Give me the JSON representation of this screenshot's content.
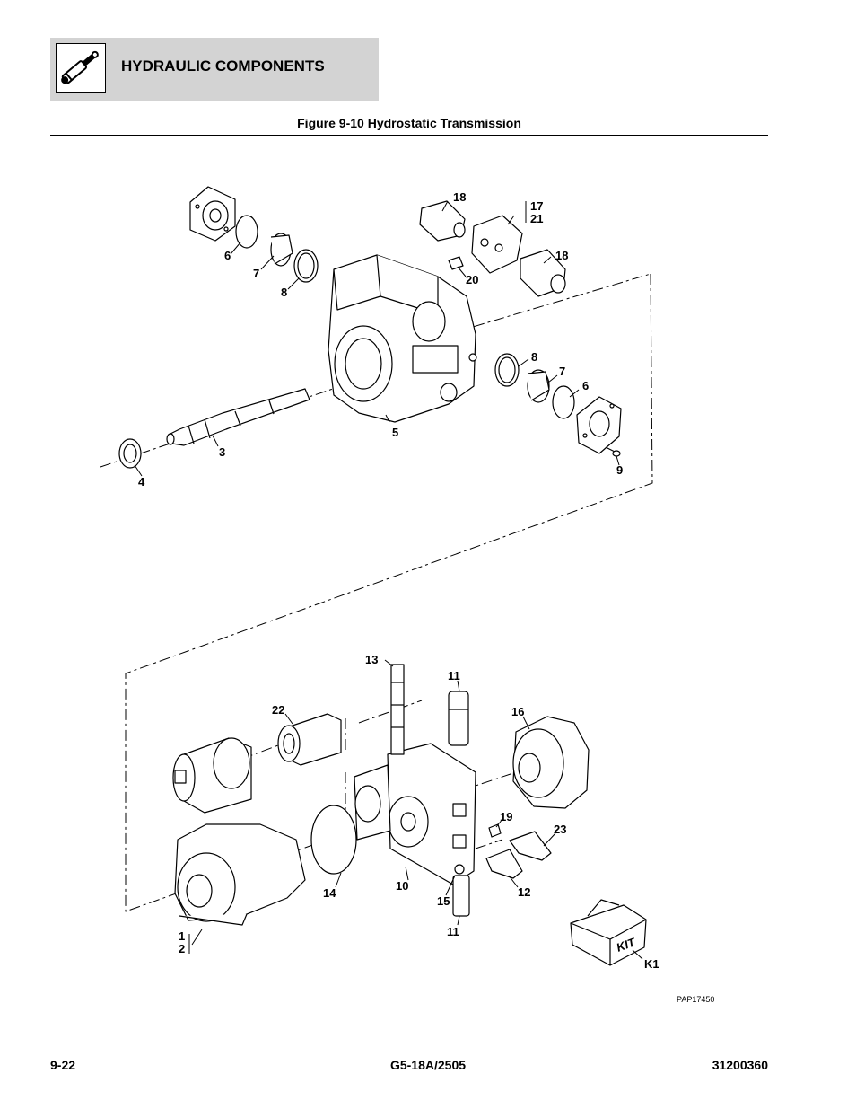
{
  "header": {
    "section_title": "HYDRAULIC COMPONENTS",
    "icon": "hydraulic-cylinder-icon"
  },
  "figure": {
    "title": "Figure 9-10 Hydrostatic Transmission",
    "reference_code": "PAP17450",
    "kit_label": "KIT",
    "callouts": {
      "c1": "1",
      "c2": "2",
      "c3": "3",
      "c4": "4",
      "c5": "5",
      "c6a": "6",
      "c6b": "6",
      "c7a": "7",
      "c7b": "7",
      "c8a": "8",
      "c8b": "8",
      "c9": "9",
      "c10": "10",
      "c11a": "11",
      "c11b": "11",
      "c12": "12",
      "c13": "13",
      "c14": "14",
      "c15": "15",
      "c16": "16",
      "c17": "17",
      "c18a": "18",
      "c18b": "18",
      "c19": "19",
      "c20": "20",
      "c21": "21",
      "c22": "22",
      "c23": "23",
      "ck1": "K1"
    }
  },
  "footer": {
    "page_number": "9-22",
    "model": "G5-18A/2505",
    "doc_number": "31200360"
  }
}
